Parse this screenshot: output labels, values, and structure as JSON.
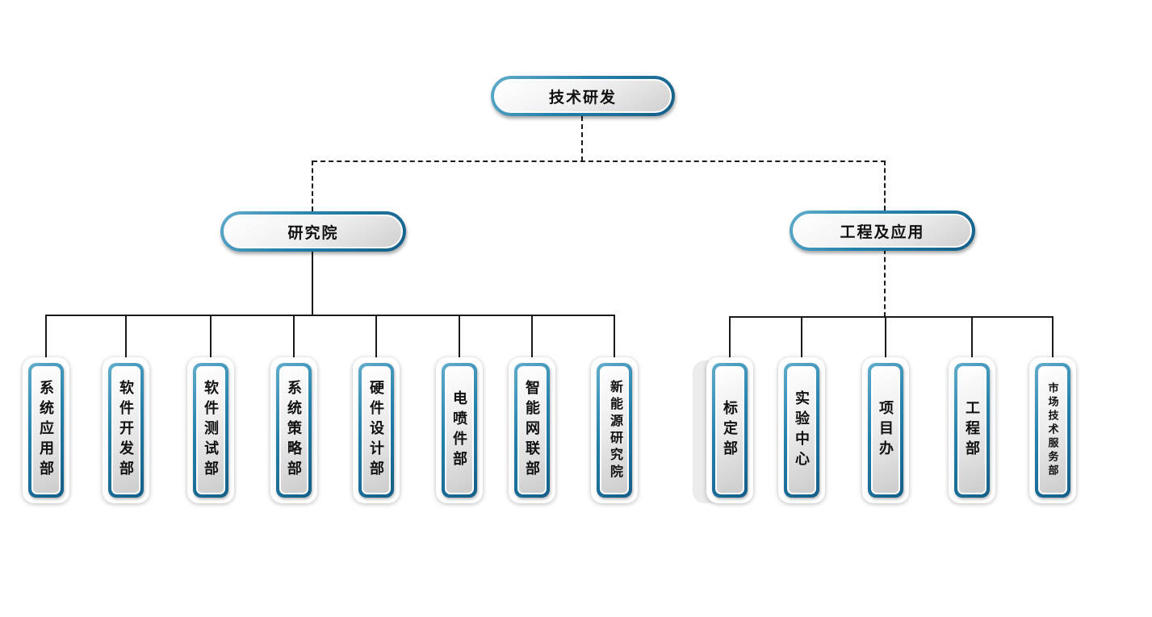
{
  "diagram": {
    "root": "技术研发",
    "branches": [
      {
        "label": "研究院",
        "children": [
          "系统应用部",
          "软件开发部",
          "软件测试部",
          "系统策略部",
          "硬件设计部",
          "电喷件部",
          "智能网联部",
          "新能源研究院"
        ]
      },
      {
        "label": "工程及应用",
        "children": [
          "标定部",
          "实验中心",
          "项目办",
          "工程部",
          "市场技术服务部"
        ]
      }
    ],
    "colors": {
      "node_border_light": "#62adcc",
      "node_border": "#2581ab",
      "node_border_dark": "#135e88",
      "node_fill_light": "#ffffff",
      "node_fill_dark": "#cccccc",
      "connector": "#1a1a1a",
      "background": "#ffffff"
    }
  }
}
